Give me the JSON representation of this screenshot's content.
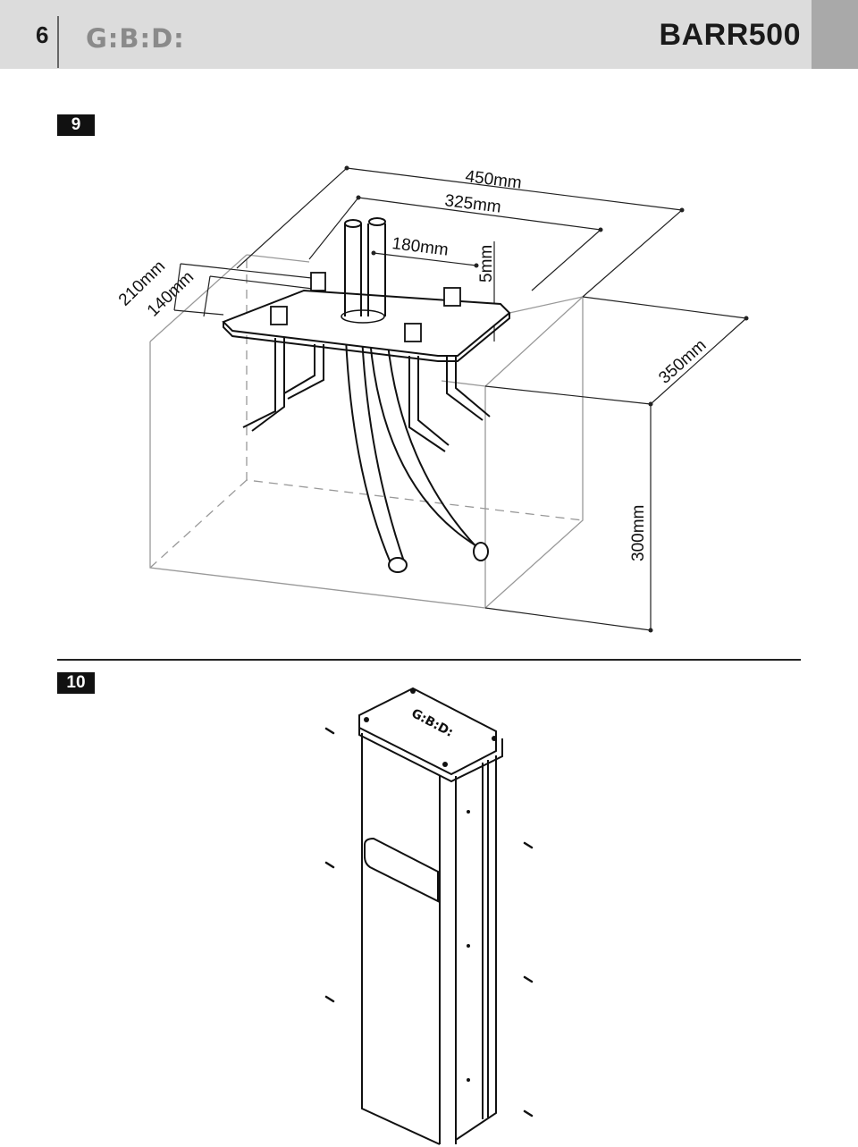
{
  "header": {
    "page_number": "6",
    "logo_text": "G:B:D:",
    "model": "BARR500"
  },
  "figures": [
    {
      "label": "9",
      "dimensions": {
        "d450": "450mm",
        "d325": "325mm",
        "d180": "180mm",
        "d5": "5mm",
        "d210": "210mm",
        "d140": "140mm",
        "d350": "350mm",
        "d300": "300mm"
      }
    },
    {
      "label": "10",
      "device_logo": "G:B:D:"
    }
  ],
  "colors": {
    "header_bg": "#dcdcdc",
    "header_tab": "#a9a9a9",
    "logo": "#8a8a8a",
    "line": "#111111"
  }
}
